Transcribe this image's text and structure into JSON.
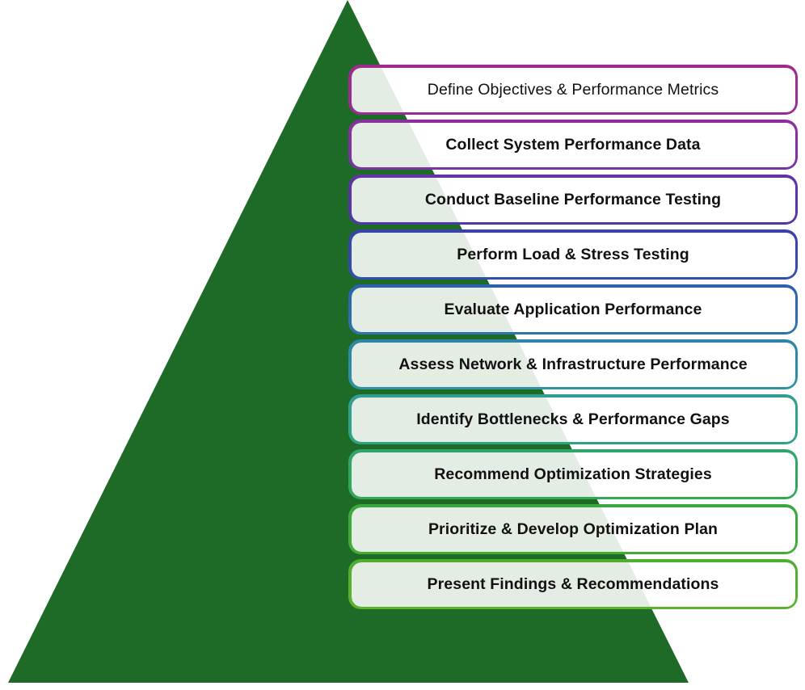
{
  "diagram": {
    "type": "pyramid-process",
    "triangle_color": "#1D6B27",
    "box_fill": "rgba(255,255,255,0.88)",
    "text_color": "#111111",
    "steps": [
      {
        "label": "Define Objectives & Performance Metrics",
        "bold": false,
        "border_top": "#A12A8D",
        "border_bottom": "#972D96"
      },
      {
        "label": "Collect System Performance Data",
        "bold": true,
        "border_top": "#8C2F9E",
        "border_bottom": "#7733A4"
      },
      {
        "label": "Conduct Baseline Performance Testing",
        "bold": true,
        "border_top": "#6333A7",
        "border_bottom": "#4D38A9"
      },
      {
        "label": "Perform Load & Stress Testing",
        "bold": true,
        "border_top": "#3B41AA",
        "border_bottom": "#3150AC"
      },
      {
        "label": "Evaluate Application Performance",
        "bold": true,
        "border_top": "#2D60AD",
        "border_bottom": "#2D75AC"
      },
      {
        "label": "Assess Network & Infrastructure Performance",
        "bold": true,
        "border_top": "#2E84AA",
        "border_bottom": "#2E94A1"
      },
      {
        "label": "Identify Bottlenecks & Performance Gaps",
        "bold": true,
        "border_top": "#2F9F94",
        "border_bottom": "#2FA481"
      },
      {
        "label": "Recommend Optimization Strategies",
        "bold": true,
        "border_top": "#30A56C",
        "border_bottom": "#33A855"
      },
      {
        "label": "Prioritize & Develop Optimization Plan",
        "bold": true,
        "border_top": "#38A93E",
        "border_bottom": "#42AC33"
      },
      {
        "label": "Present Findings & Recommendations",
        "bold": true,
        "border_top": "#4FAE2E",
        "border_bottom": "#5DB22C"
      }
    ]
  }
}
